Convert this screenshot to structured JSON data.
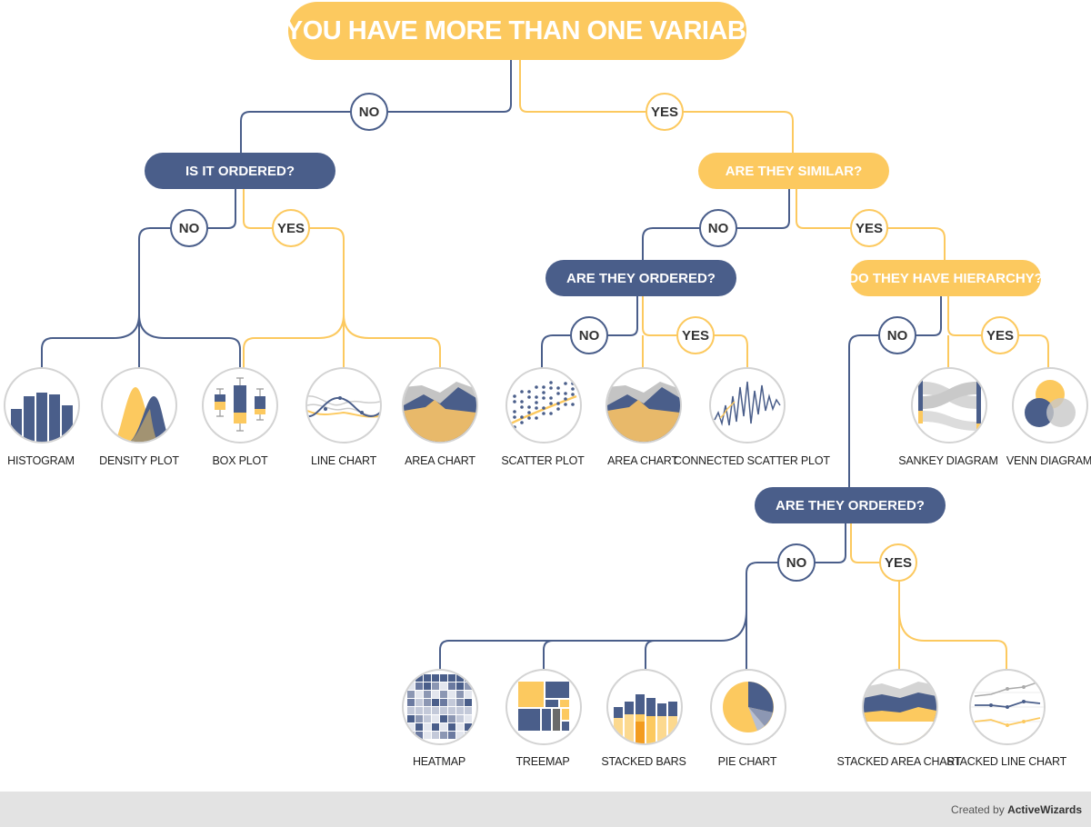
{
  "colors": {
    "blue": "#4a5e8a",
    "yellow": "#fcc95f",
    "circle_border": "#d3d3d3",
    "footer_bg": "#e3e3e3"
  },
  "questions": {
    "root": "DO YOU HAVE MORE THAN ONE VARIABLE?",
    "is_ordered": "IS IT ORDERED?",
    "are_similar": "ARE THEY SIMILAR?",
    "are_ordered_1": "ARE THEY ORDERED?",
    "have_hierarchy": "DO THEY HAVE HIERARCHY?",
    "are_ordered_2": "ARE THEY ORDERED?"
  },
  "answers": {
    "no": "NO",
    "yes": "YES"
  },
  "charts": {
    "histogram": {
      "label": "HISTOGRAM",
      "icon": "histogram-icon"
    },
    "density": {
      "label": "DENSITY PLOT",
      "icon": "density-plot-icon"
    },
    "box": {
      "label": "BOX PLOT",
      "icon": "box-plot-icon"
    },
    "line": {
      "label": "LINE CHART",
      "icon": "line-chart-icon"
    },
    "area1": {
      "label": "AREA CHART",
      "icon": "area-chart-icon"
    },
    "scatter": {
      "label": "SCATTER PLOT",
      "icon": "scatter-plot-icon"
    },
    "area2": {
      "label": "AREA CHART",
      "icon": "area-chart-icon"
    },
    "connected_scatter": {
      "label": "CONNECTED SCATTER PLOT",
      "icon": "connected-scatter-plot-icon"
    },
    "sankey": {
      "label": "SANKEY DIAGRAM",
      "icon": "sankey-diagram-icon"
    },
    "venn": {
      "label": "VENN DIAGRAM",
      "icon": "venn-diagram-icon"
    },
    "heatmap": {
      "label": "HEATMAP",
      "icon": "heatmap-icon"
    },
    "treemap": {
      "label": "TREEMAP",
      "icon": "treemap-icon"
    },
    "stacked_bars": {
      "label": "STACKED BARS",
      "icon": "stacked-bars-icon"
    },
    "pie": {
      "label": "PIE CHART",
      "icon": "pie-chart-icon"
    },
    "stacked_area": {
      "label": "STACKED AREA CHART",
      "icon": "stacked-area-chart-icon"
    },
    "stacked_line": {
      "label": "STACKED LINE CHART",
      "icon": "stacked-line-chart-icon"
    }
  },
  "footer": {
    "credit_prefix": "Created by",
    "brand": "ActiveWizards"
  }
}
